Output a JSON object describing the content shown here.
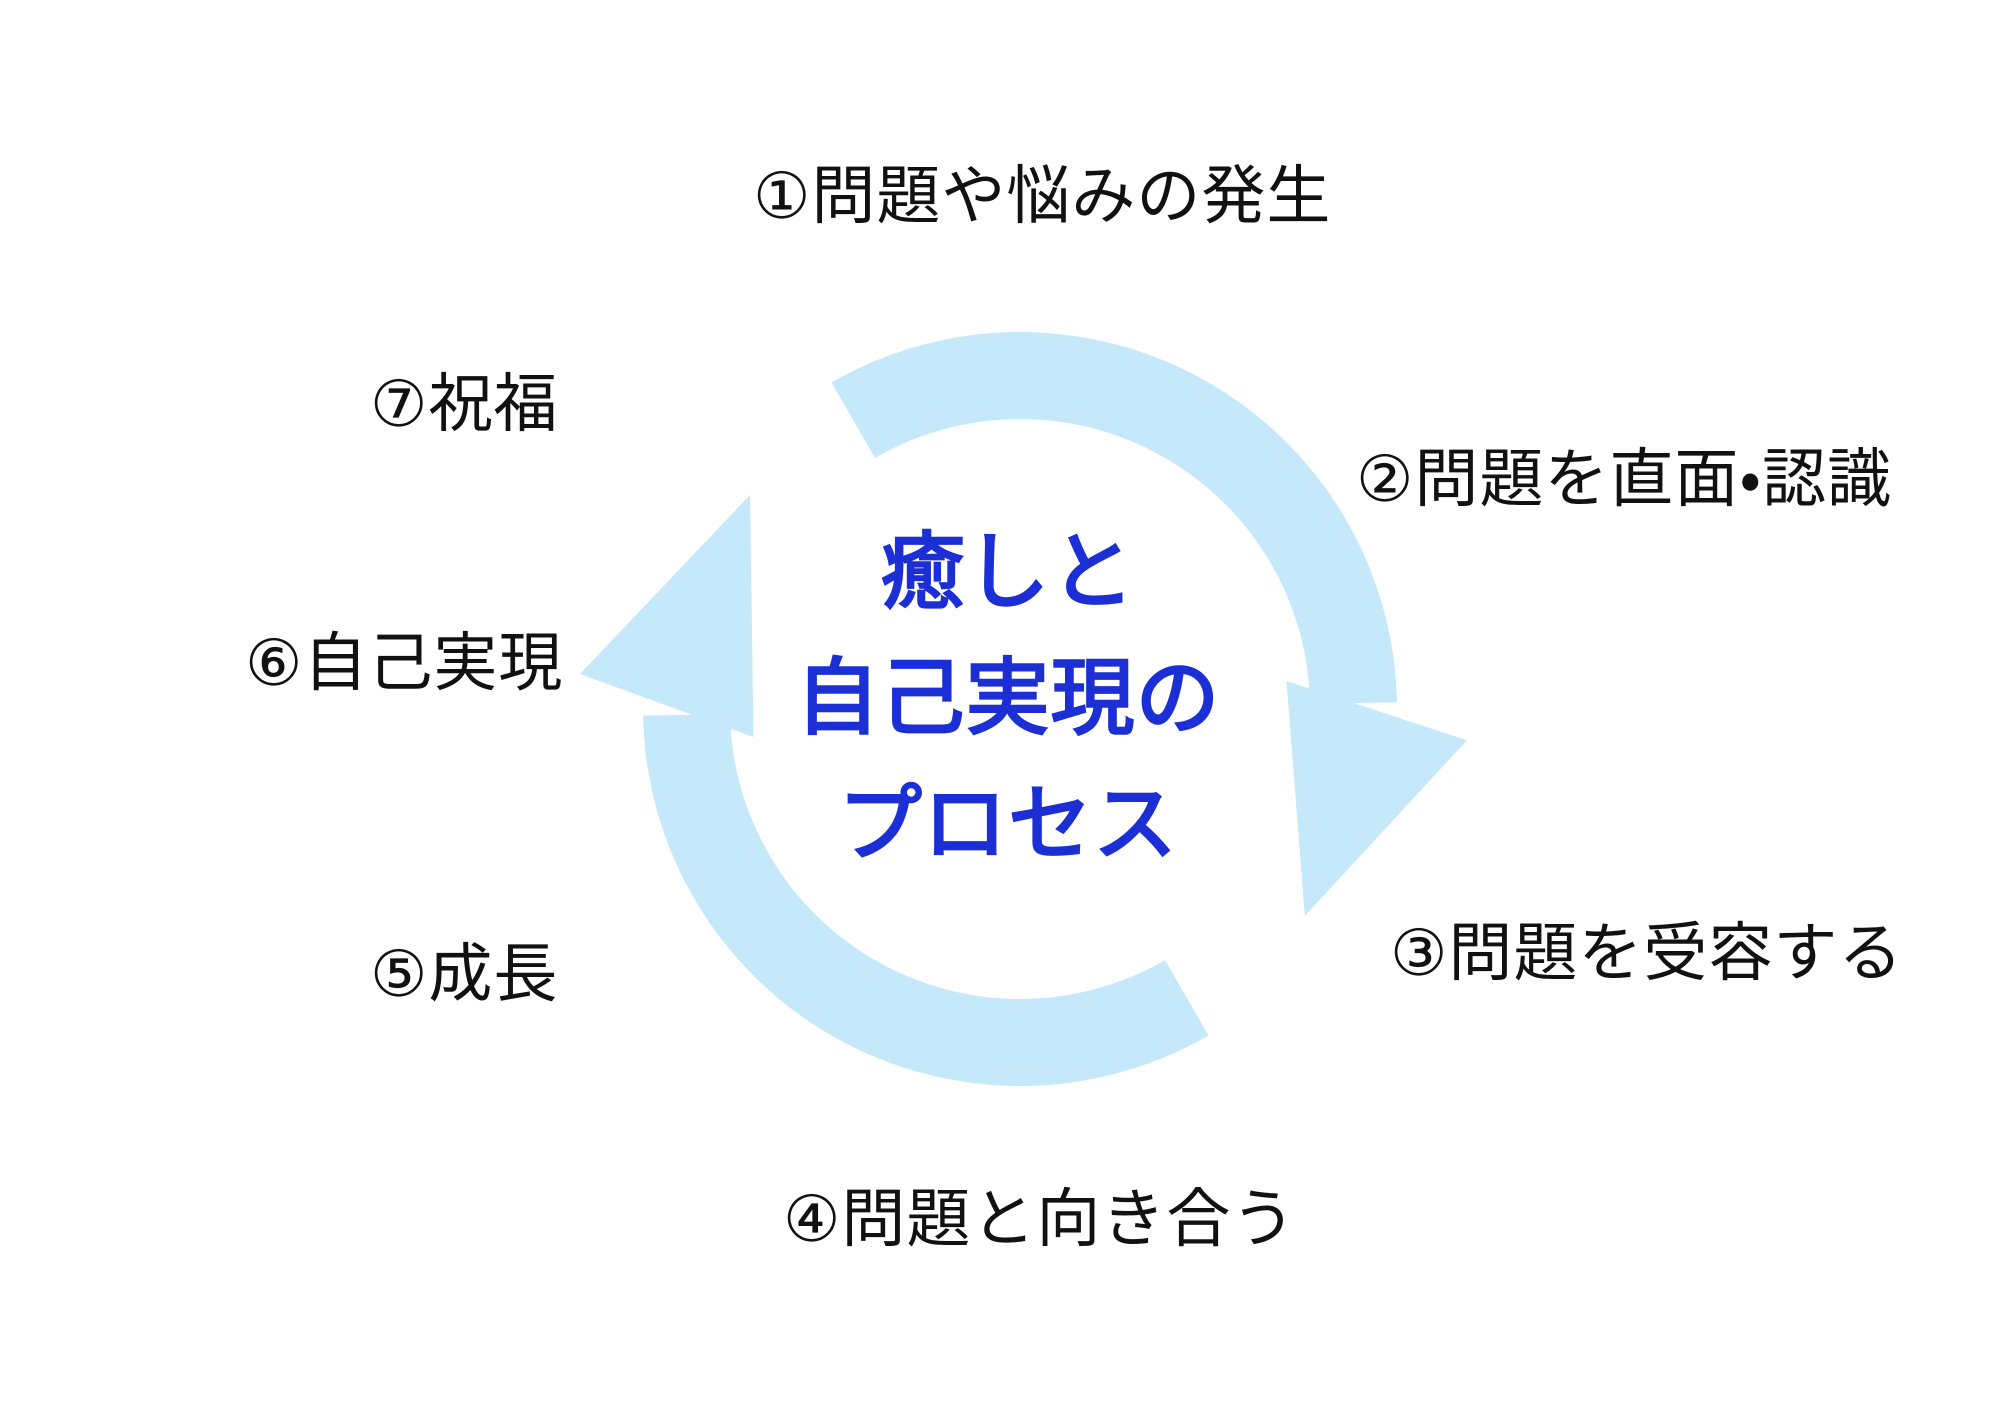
{
  "diagram": {
    "center_title": {
      "lines": [
        "癒しと",
        "自己実現の",
        "プロセス"
      ]
    },
    "steps": [
      {
        "id": "1",
        "label": "①問題や悩みの発生"
      },
      {
        "id": "2",
        "label": "②問題を直面・認識"
      },
      {
        "id": "3",
        "label": "③問題を受容する"
      },
      {
        "id": "4",
        "label": "④問題と向き合う"
      },
      {
        "id": "5",
        "label": "⑤成長"
      },
      {
        "id": "6",
        "label": "⑥自己実現"
      },
      {
        "id": "7",
        "label": "⑦祝福"
      }
    ],
    "colors": {
      "cycle_arrow": "#c5e8fb",
      "center_title_text": "#1b2fd5",
      "step_label_text": "#111111",
      "background": "#ffffff"
    }
  }
}
